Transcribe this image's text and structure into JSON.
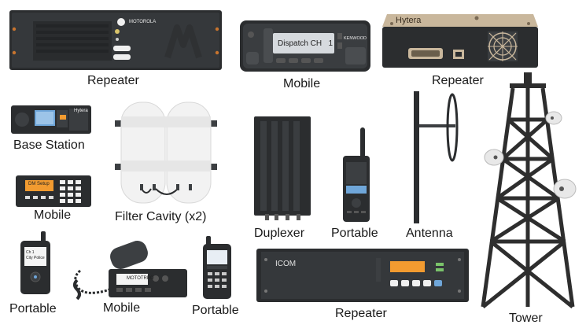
{
  "labels": {
    "repeater_motorola": "Repeater",
    "mobile_kenwood": "Mobile",
    "repeater_hytera": "Repeater",
    "base_station": "Base Station",
    "mobile_small": "Mobile",
    "filter_cavity": "Filter Cavity (x2)",
    "duplexer": "Duplexer",
    "portable_kenwood": "Portable",
    "antenna": "Antenna",
    "tower": "Tower",
    "portable_motorola": "Portable",
    "mobile_motorola": "Mobile",
    "portable_hytera": "Portable",
    "repeater_icom": "Repeater"
  },
  "device_text": {
    "motorola_brand": "MOTOROLA",
    "kenwood_display": "Dispatch CH   1",
    "kenwood_brand": "KENWOOD",
    "hytera_brand": "Hytera",
    "base_station_brand": "Hytera",
    "mobile_small_display": "DM Setup",
    "portable_motorola_display_line1": "Ch 1",
    "portable_motorola_display_line2": "City Police",
    "mobile_motorola_display": "MOTOTRBO",
    "icom_brand": "ICOM"
  },
  "colors": {
    "device_dark": "#2b2d2f",
    "device_mid": "#3c3f42",
    "lcd_gray": "#d6dade",
    "lcd_orange": "#f29b30",
    "lcd_blue": "#6fa6d9",
    "hytera_beige": "#c9b79c",
    "tower_steel": "#2e2e2e",
    "cavity_white": "#f2f2f2"
  },
  "icons": [
    "grille-icon",
    "fan-icon",
    "db-connector-icon",
    "ethernet-port-icon",
    "dish-icon",
    "led-icon"
  ]
}
